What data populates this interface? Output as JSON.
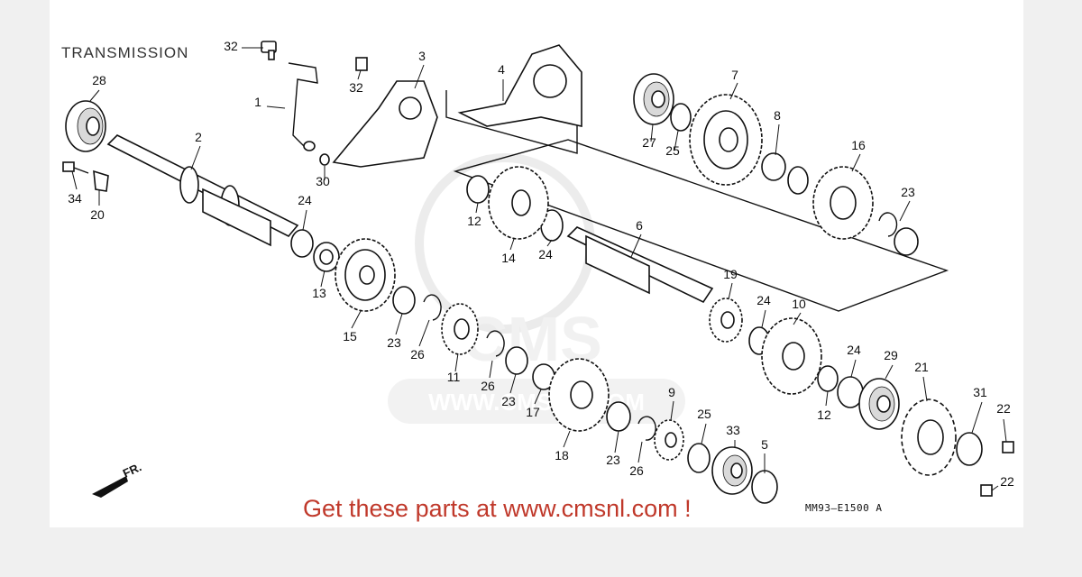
{
  "title": "TRANSMISSION",
  "promo_text": "Get these parts at www.cmsnl.com !",
  "diagram_code": "MM93–E1500 A",
  "direction_label": "FR.",
  "watermark": "CMS",
  "watermark_url": "WWW.CMSNL.COM",
  "parts": [
    "1",
    "2",
    "3",
    "4",
    "5",
    "6",
    "7",
    "8",
    "9",
    "10",
    "11",
    "12",
    "12",
    "13",
    "14",
    "15",
    "16",
    "17",
    "18",
    "19",
    "20",
    "21",
    "22",
    "22",
    "23",
    "23",
    "23",
    "23",
    "24",
    "24",
    "24",
    "24",
    "25",
    "25",
    "26",
    "26",
    "26",
    "27",
    "28",
    "29",
    "30",
    "31",
    "32",
    "32",
    "33",
    "34"
  ],
  "colors": {
    "promo": "#c0392b",
    "line": "#111111",
    "background": "#ffffff",
    "margin": "#f0f0f0"
  }
}
